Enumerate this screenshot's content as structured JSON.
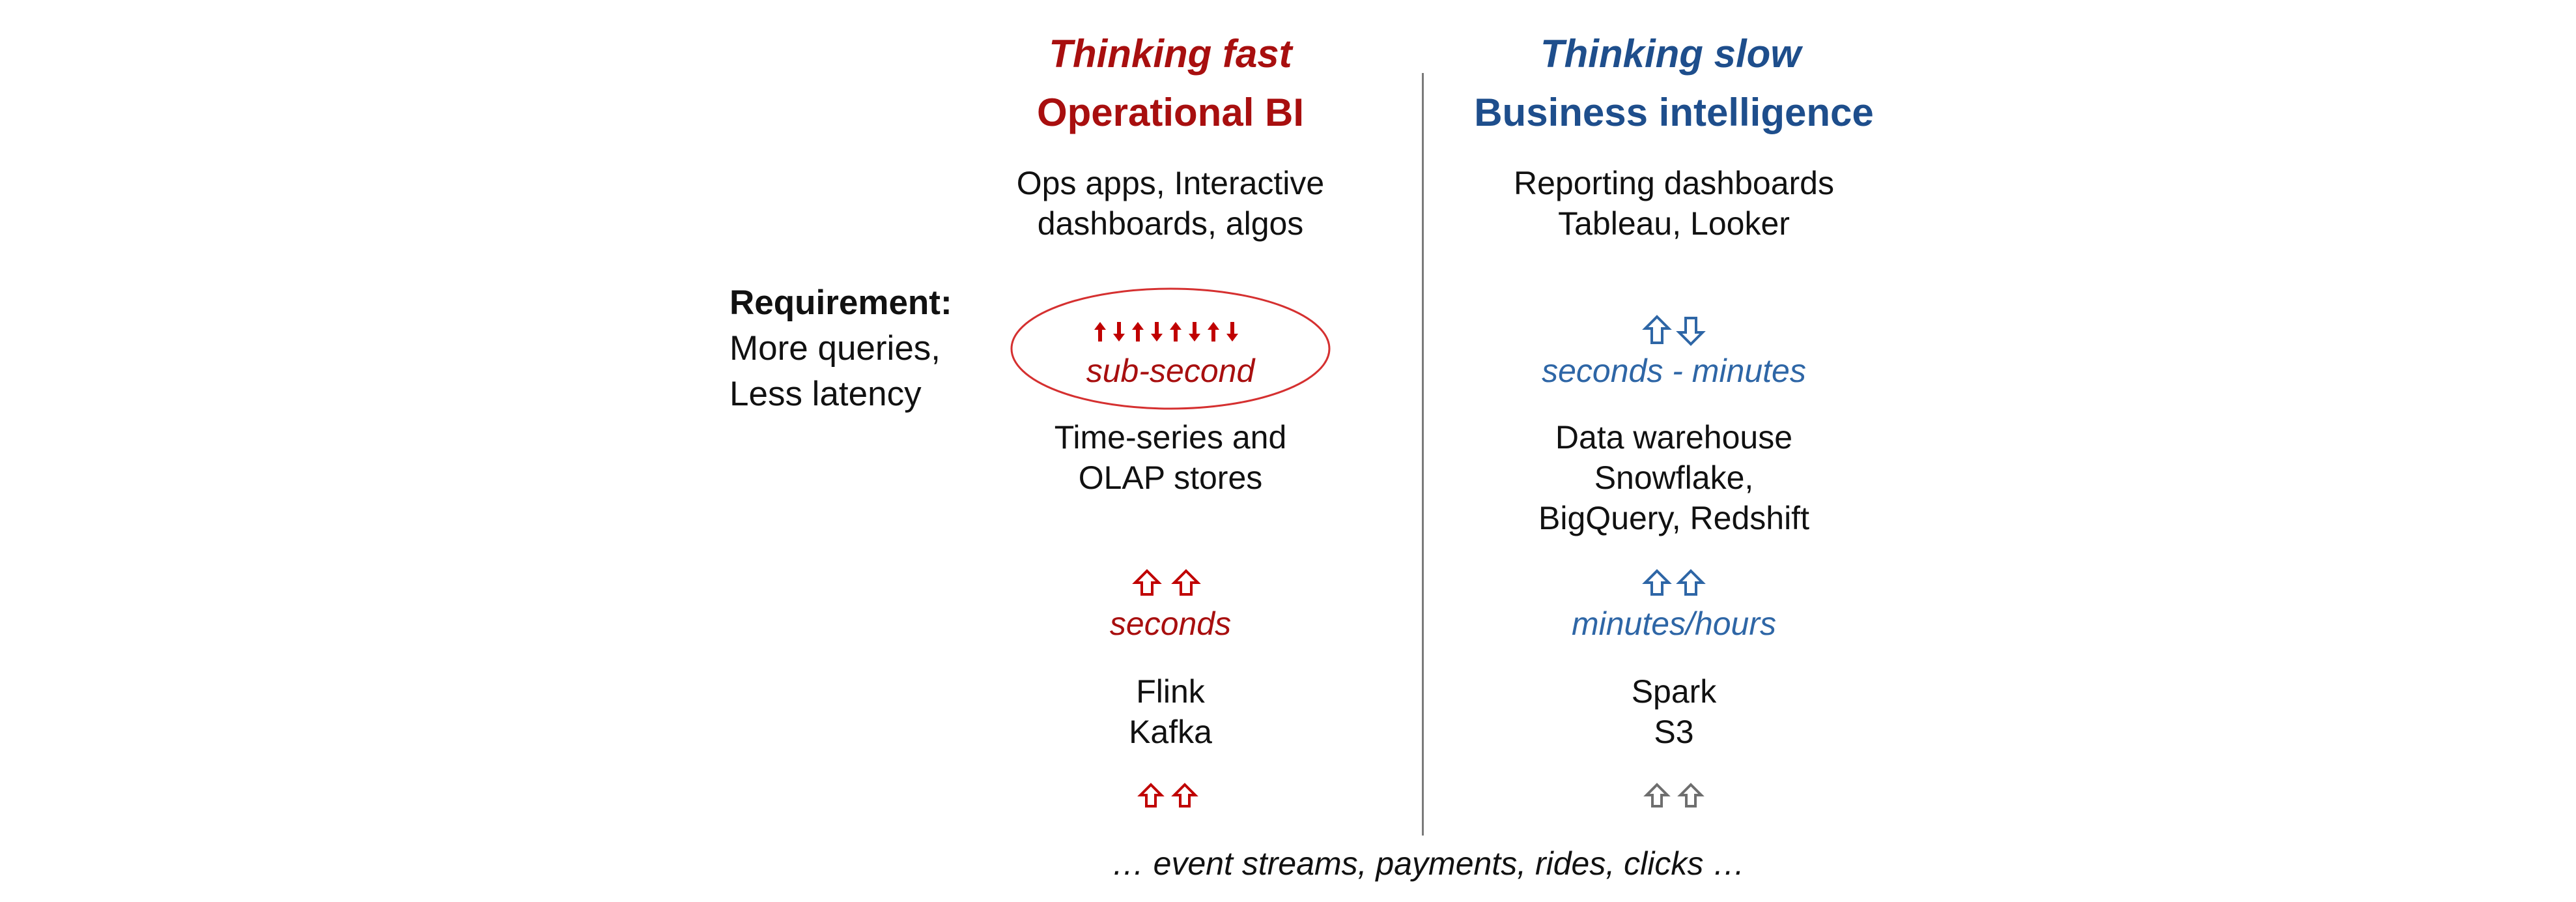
{
  "left": {
    "title_italic": "Thinking fast",
    "title": "Operational BI",
    "apps_line1": "Ops apps, Interactive",
    "apps_line2": "dashboards, algos",
    "latency_top": "sub-second",
    "store_line1": "Time-series and",
    "store_line2": "OLAP stores",
    "latency_mid": "seconds",
    "stream_line1": "Flink",
    "stream_line2": "Kafka",
    "color": "#a80f0f"
  },
  "right": {
    "title_italic": "Thinking slow",
    "title": "Business intelligence",
    "apps_line1": "Reporting dashboards",
    "apps_line2": "Tableau, Looker",
    "latency_top": "seconds - minutes",
    "store_line1": "Data warehouse",
    "store_line2": "Snowflake,",
    "store_line3": "BigQuery, Redshift",
    "latency_mid": "minutes/hours",
    "stream_line1": "Spark",
    "stream_line2": "S3",
    "color": "#1e4e8c"
  },
  "requirement": {
    "heading": "Requirement:",
    "line1": "More queries,",
    "line2": "Less latency"
  },
  "footer": "… event streams, payments, rides, clicks …"
}
